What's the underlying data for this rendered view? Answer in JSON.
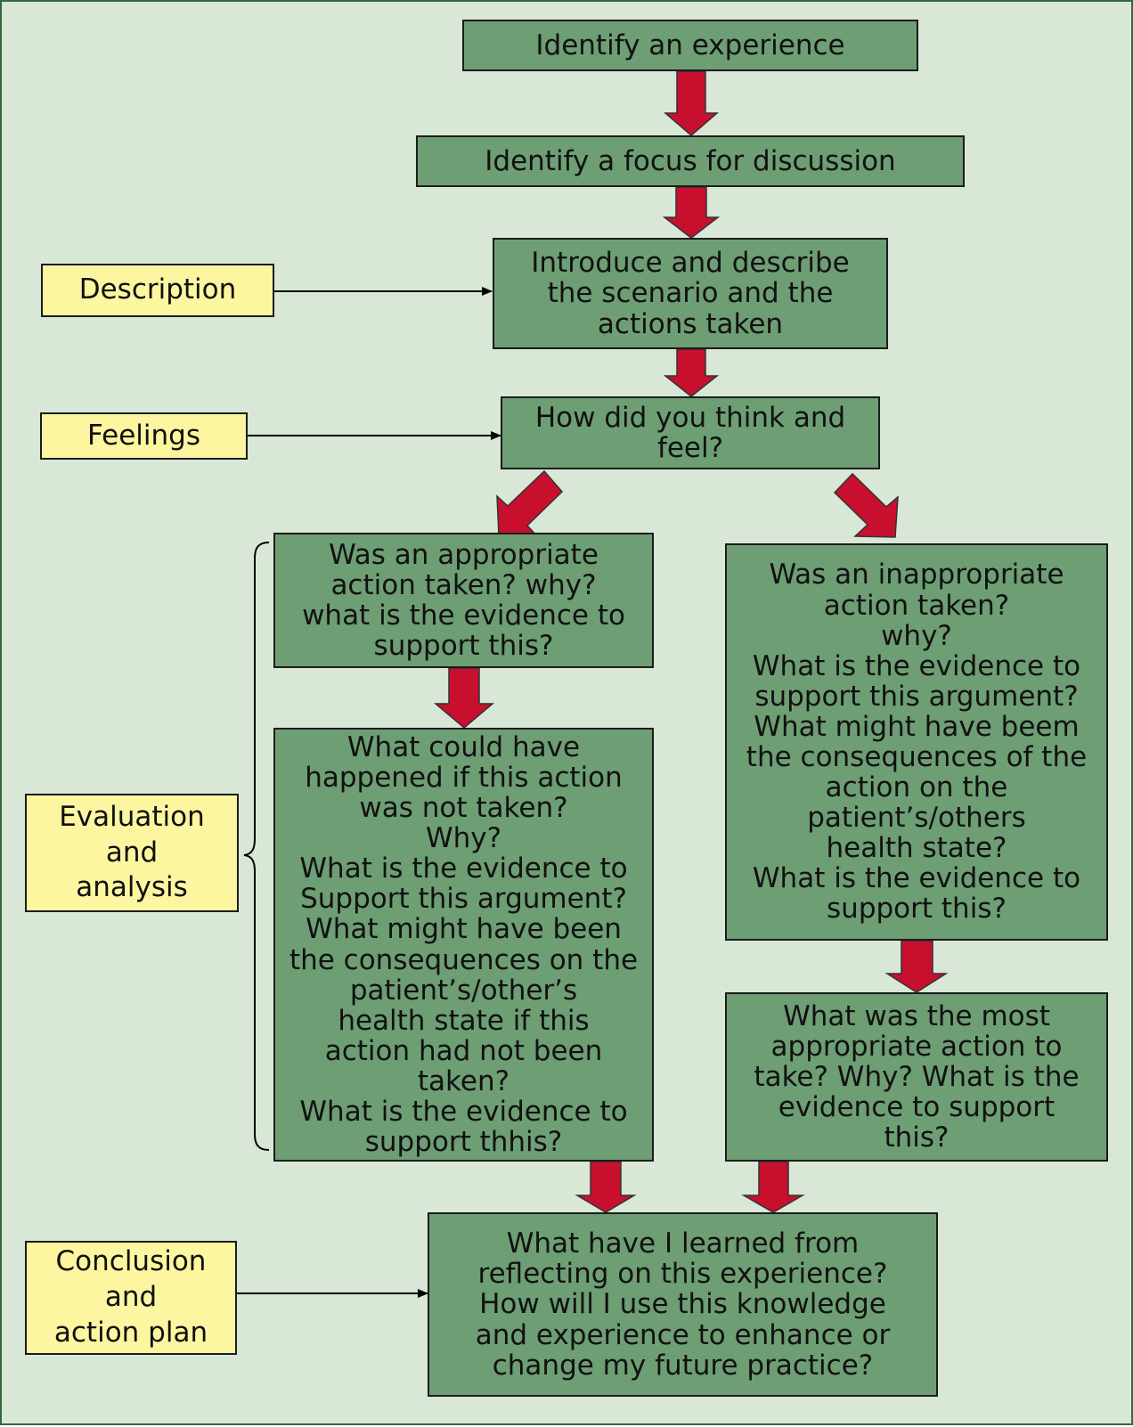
{
  "diagram": {
    "steps": {
      "identify_experience": "Identify an experience",
      "identify_focus": "Identify a focus for discussion",
      "introduce": "Introduce and describe\nthe scenario and the\nactions taken",
      "think_feel": "How did you think and\nfeel?",
      "appropriate": "Was an appropriate\naction taken? why?\nwhat is the evidence to\nsupport this?",
      "could_have_happened": "What could have\nhappened if this action\nwas not taken?\nWhy?\nWhat is the evidence to\nSupport this argument?\nWhat might have been\nthe consequences on the\npatient’s/other’s\nhealth state if this\naction had not been\ntaken?\nWhat is the evidence to\nsupport thhis?",
      "inappropriate": "Was an inappropriate\naction taken?\nwhy?\nWhat is the evidence to\nsupport this argument?\nWhat might have beem\nthe consequences of the\naction on the\npatient’s/others\nhealth state?\nWhat is the evidence to\nsupport this?",
      "most_appropriate": "What was the most\nappropriate action to\ntake? Why? What is the\nevidence to support\nthis?",
      "learned": "What have I learned from\nreflecting on this experience?\nHow will I use this knowledge\nand experience to enhance or\nchange my future practice?"
    },
    "stages": {
      "description": "Description",
      "feelings": "Feelings",
      "evaluation": "Evaluation\nand\nanalysis",
      "conclusion": "Conclusion\nand\naction plan"
    }
  },
  "colors": {
    "background": "#d8e7d6",
    "border": "#2f6b3a",
    "step_fill": "#6e9e74",
    "stage_fill": "#fdf6a0",
    "arrow": "#c8102e"
  }
}
